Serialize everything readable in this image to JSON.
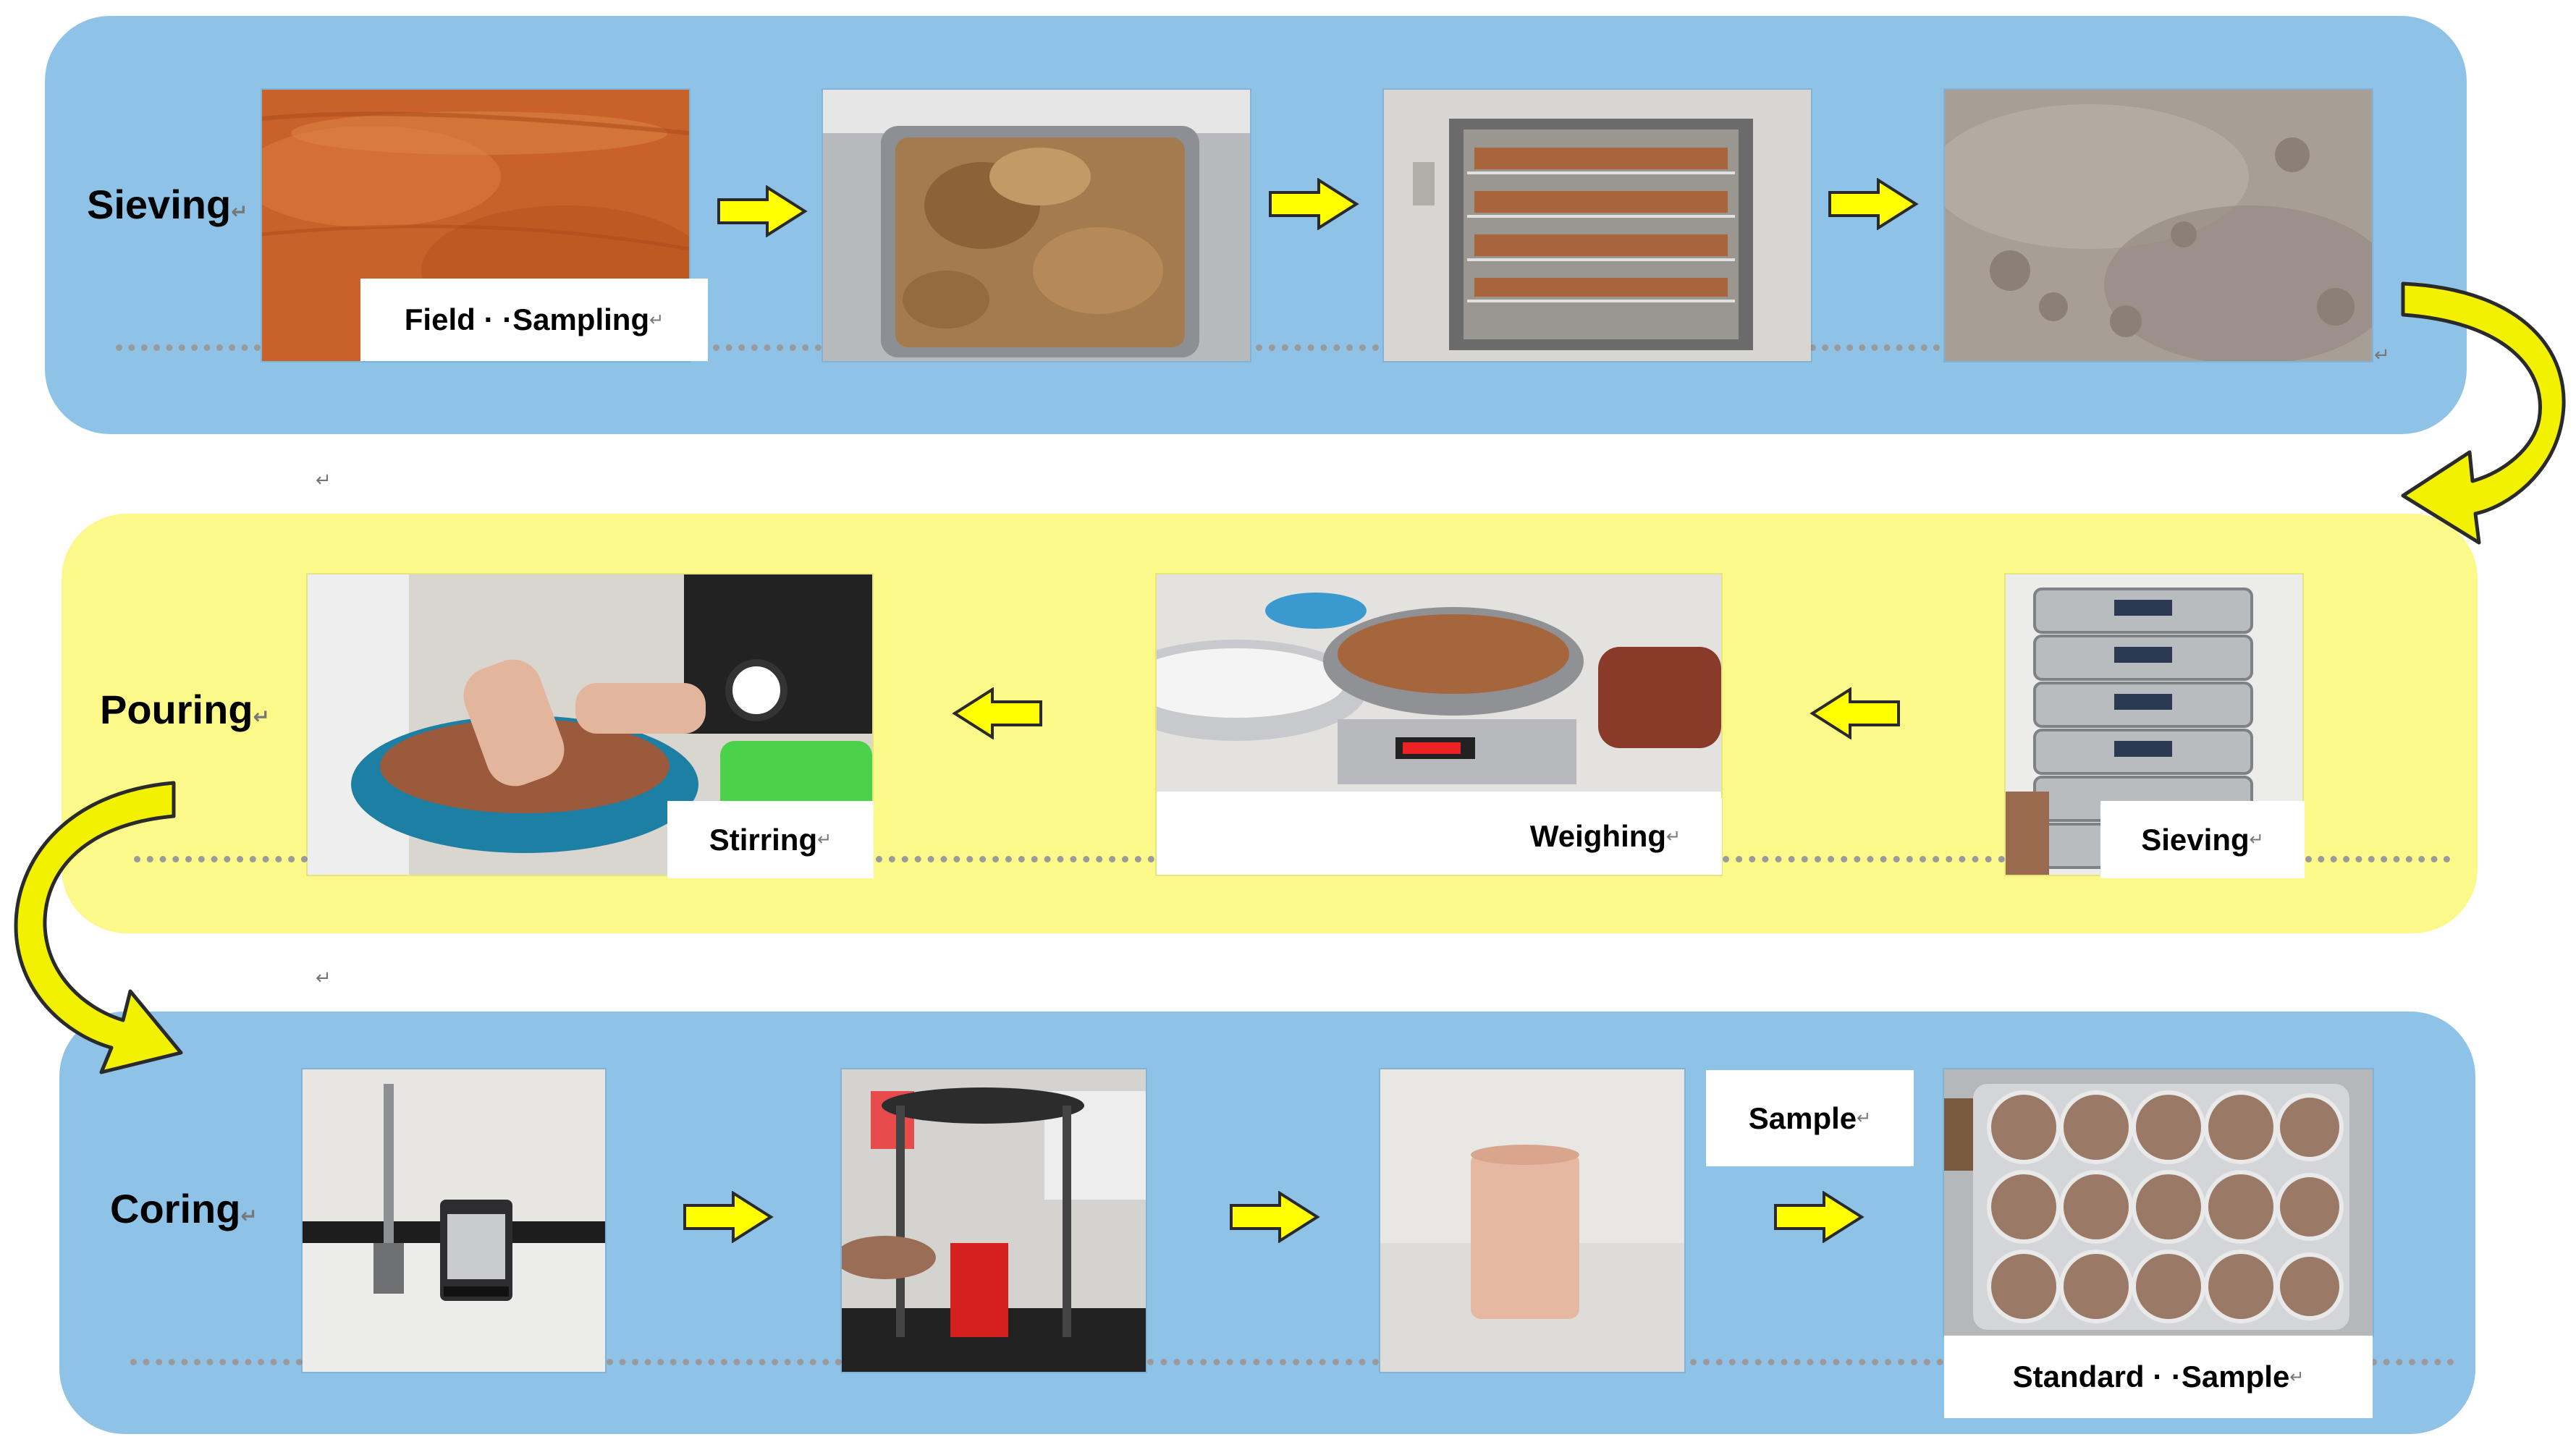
{
  "rows": {
    "top": {
      "label": "Sieving"
    },
    "middle": {
      "label": "Pouring"
    },
    "bottom": {
      "label": "Coring"
    }
  },
  "captions": {
    "field_sampling": "Field · ·Sampling",
    "stirring": "Stirring",
    "weighing": "Weighing",
    "sieving": "Sieving",
    "sample": "Sample",
    "standard_sample": "Standard · ·Sample"
  },
  "photos": [
    "field-soil",
    "soil-tray",
    "drying-oven",
    "crushed-soil",
    "stacked-sieves",
    "scale-weighing",
    "bowl-stirring",
    "compaction-mold",
    "hydraulic-jack",
    "soil-cylinder",
    "wrapped-samples-box"
  ],
  "colors": {
    "blue_band": "#8ec3e7",
    "yellow_band": "#fbf98a",
    "arrow_fill": "#ffff00",
    "arrow_stroke": "#2a2a2a",
    "curved_arrow_fill": "#f2f200"
  },
  "icons": {
    "right_arrow": "block-arrow-right",
    "left_arrow": "block-arrow-left",
    "curved_arrow": "curved-connector-arrow"
  }
}
